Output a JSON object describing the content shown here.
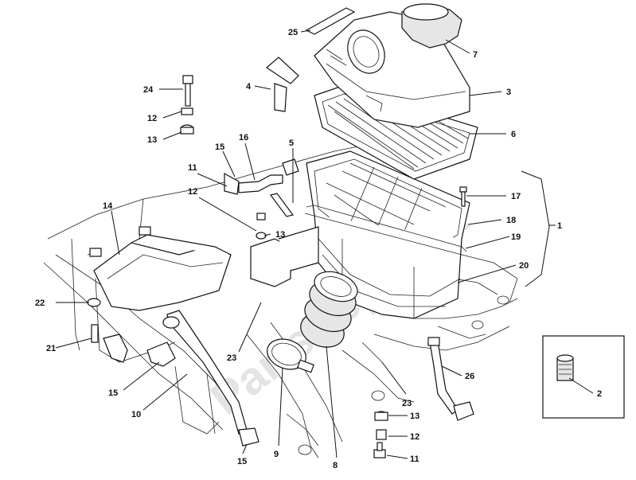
{
  "watermark": "PartsRepublik",
  "callouts": [
    {
      "id": "c25",
      "text": "25"
    },
    {
      "id": "c7",
      "text": "7"
    },
    {
      "id": "c24",
      "text": "24"
    },
    {
      "id": "c4",
      "text": "4"
    },
    {
      "id": "c3",
      "text": "3"
    },
    {
      "id": "c12a",
      "text": "12"
    },
    {
      "id": "c13a",
      "text": "13"
    },
    {
      "id": "c16",
      "text": "16"
    },
    {
      "id": "c5",
      "text": "5"
    },
    {
      "id": "c6",
      "text": "6"
    },
    {
      "id": "c15a",
      "text": "15"
    },
    {
      "id": "c11a",
      "text": "11"
    },
    {
      "id": "c17",
      "text": "17"
    },
    {
      "id": "c12b",
      "text": "12"
    },
    {
      "id": "c14",
      "text": "14"
    },
    {
      "id": "c18",
      "text": "18"
    },
    {
      "id": "c1",
      "text": "1"
    },
    {
      "id": "c13b",
      "text": "13"
    },
    {
      "id": "c19",
      "text": "19"
    },
    {
      "id": "c20",
      "text": "20"
    },
    {
      "id": "c22",
      "text": "22"
    },
    {
      "id": "c21",
      "text": "21"
    },
    {
      "id": "c23a",
      "text": "23"
    },
    {
      "id": "c26",
      "text": "26"
    },
    {
      "id": "c2",
      "text": "2"
    },
    {
      "id": "c15b",
      "text": "15"
    },
    {
      "id": "c10",
      "text": "10"
    },
    {
      "id": "c23b",
      "text": "23"
    },
    {
      "id": "c13c",
      "text": "13"
    },
    {
      "id": "c12c",
      "text": "12"
    },
    {
      "id": "c11b",
      "text": "11"
    },
    {
      "id": "c15c",
      "text": "15"
    },
    {
      "id": "c9",
      "text": "9"
    },
    {
      "id": "c8",
      "text": "8"
    }
  ]
}
